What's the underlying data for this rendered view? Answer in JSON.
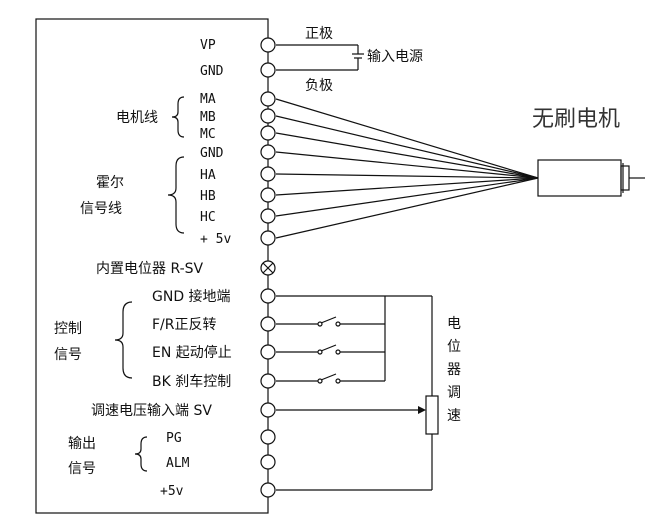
{
  "motor_title": "无刷电机",
  "power": {
    "positive": "正极",
    "negative": "负极",
    "input": "输入电源"
  },
  "groups": {
    "motor_line": "电机线",
    "hall_signal": [
      "霍尔",
      "信号线"
    ],
    "control_signal": [
      "控制",
      "信号"
    ],
    "output_signal": [
      "输出",
      "信号"
    ]
  },
  "terminals": {
    "vp": "VP",
    "gnd1": "GND",
    "ma": "MA",
    "mb": "MB",
    "mc": "MC",
    "gnd2": "GND",
    "ha": "HA",
    "hb": "HB",
    "hc": "HC",
    "v5a": "+ 5v",
    "rsv": "内置电位器  R-SV",
    "gnd3": "GND 接地端",
    "fr": "F/R正反转",
    "en": "EN 起动停止",
    "bk": "BK 刹车控制",
    "sv": "调速电压输入端  SV",
    "pg": "PG",
    "alm": "ALM",
    "v5b": "+5v"
  },
  "pot_label": [
    "电",
    "位",
    "器",
    "调",
    "速"
  ]
}
